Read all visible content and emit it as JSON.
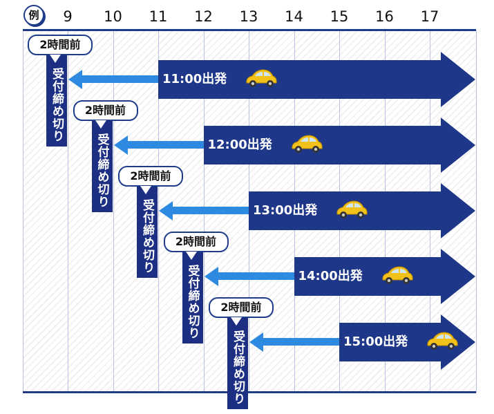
{
  "legend_label": "例",
  "hours": [
    "9",
    "10",
    "11",
    "12",
    "13",
    "14",
    "15",
    "16",
    "17"
  ],
  "rows": [
    {
      "depart_hour": 11,
      "depart_label": "11:00出発",
      "deadline_hour": 9,
      "bubble_label": "2時間前",
      "deadline_label": "受付締め切り"
    },
    {
      "depart_hour": 12,
      "depart_label": "12:00出発",
      "deadline_hour": 10,
      "bubble_label": "2時間前",
      "deadline_label": "受付締め切り"
    },
    {
      "depart_hour": 13,
      "depart_label": "13:00出発",
      "deadline_hour": 11,
      "bubble_label": "2時間前",
      "deadline_label": "受付締め切り"
    },
    {
      "depart_hour": 14,
      "depart_label": "14:00出発",
      "deadline_hour": 12,
      "bubble_label": "2時間前",
      "deadline_label": "受付締め切り"
    },
    {
      "depart_hour": 15,
      "depart_label": "15:00出発",
      "deadline_hour": 13,
      "bubble_label": "2時間前",
      "deadline_label": "受付締め切り"
    }
  ],
  "colors": {
    "arrow": "#1e3789",
    "deadline_arrow": "#2e8ae0",
    "car": "#f2c21b"
  }
}
